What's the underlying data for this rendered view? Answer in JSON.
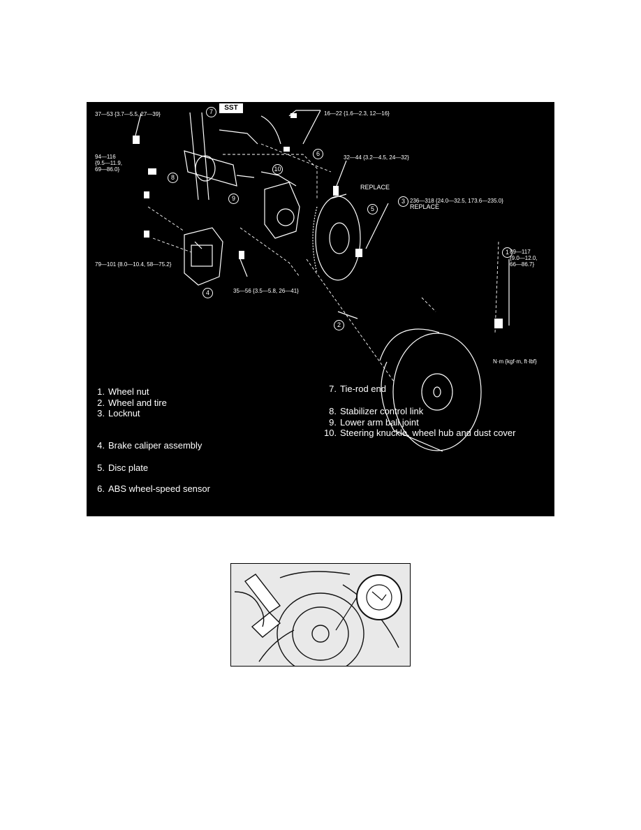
{
  "diagram": {
    "sst_label": "SST",
    "torque": {
      "t1": "37—53 {3.7—5.5, 27—39}",
      "t2a": "94—116",
      "t2b": "{9.5—11.9,",
      "t2c": "69—86.0}",
      "t3": "79—101 {8.0—10.4, 58—75.2}",
      "t4": "35—56 {3.5—5.8, 26—41}",
      "t5": "16—22 {1.6—2.3, 12—16}",
      "t6": "32—44 {3.2—4.5, 24—32}",
      "t7": "236—318 {24.0—32.5, 173.6—235.0}",
      "t8a": "89—117",
      "t8b": "{9.0—12.0,",
      "t8c": "66—86.7}"
    },
    "replace_1": "REPLACE",
    "replace_2": "REPLACE",
    "units": "N·m {kgf·m, ft·lbf}",
    "callouts": {
      "c1": "1",
      "c2": "2",
      "c3": "3",
      "c4": "4",
      "c5": "5",
      "c6": "6",
      "c7": "7",
      "c8": "8",
      "c9": "9",
      "c10": "10"
    }
  },
  "legend": {
    "left": [
      {
        "num": "1.",
        "text": "Wheel nut"
      },
      {
        "num": "2.",
        "text": "Wheel and tire"
      },
      {
        "num": "3.",
        "text": "Locknut"
      },
      {
        "num": "4.",
        "text": "Brake caliper assembly"
      },
      {
        "num": "5.",
        "text": "Disc plate"
      },
      {
        "num": "6.",
        "text": "ABS wheel-speed sensor"
      }
    ],
    "right": [
      {
        "num": "7.",
        "text": "Tie-rod end"
      },
      {
        "num": "8.",
        "text": "Stabilizer control link"
      },
      {
        "num": "9.",
        "text": "Lower arm ball joint"
      },
      {
        "num": "10.",
        "text": "Steering knuckle, wheel hub and dust cover"
      }
    ]
  }
}
